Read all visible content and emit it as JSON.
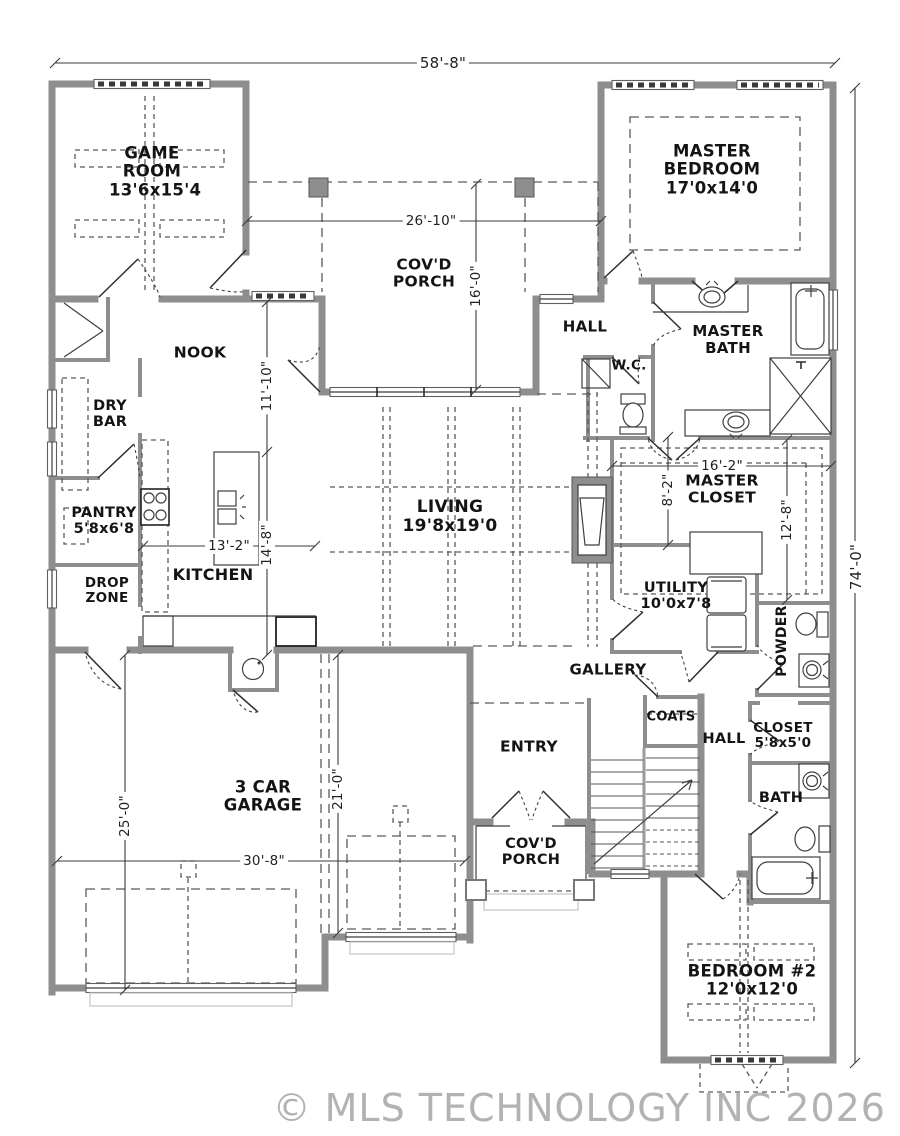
{
  "plan": {
    "type": "residential floor plan",
    "copyright": "© MLS TECHNOLOGY INC 2026",
    "overall_dimensions": {
      "width": "58'-8\"",
      "height": "74'-0\""
    },
    "colors": {
      "background": "#ffffff",
      "wall": "#8e8e8e",
      "line": "#3f3f3f",
      "copyright_text": "#b2b2b2"
    },
    "rooms": [
      {
        "name": "GAME ROOM",
        "dims": "13'6x15'4"
      },
      {
        "name": "MASTER BEDROOM",
        "dims": "17'0x14'0"
      },
      {
        "name": "COV'D PORCH",
        "dims": ""
      },
      {
        "name": "HALL",
        "dims": ""
      },
      {
        "name": "MASTER BATH",
        "dims": ""
      },
      {
        "name": "W.C.",
        "dims": ""
      },
      {
        "name": "NOOK",
        "dims": ""
      },
      {
        "name": "DRY BAR",
        "dims": ""
      },
      {
        "name": "PANTRY",
        "dims": "5'8x6'8"
      },
      {
        "name": "LIVING",
        "dims": "19'8x19'0"
      },
      {
        "name": "MASTER CLOSET",
        "dims": ""
      },
      {
        "name": "KITCHEN",
        "dims": ""
      },
      {
        "name": "DROP ZONE",
        "dims": ""
      },
      {
        "name": "UTILITY",
        "dims": "10'0x7'8"
      },
      {
        "name": "POWDER",
        "dims": ""
      },
      {
        "name": "GALLERY",
        "dims": ""
      },
      {
        "name": "ENTRY",
        "dims": ""
      },
      {
        "name": "COATS",
        "dims": ""
      },
      {
        "name": "HALL",
        "dims": ""
      },
      {
        "name": "CLOSET",
        "dims": "5'8x5'0"
      },
      {
        "name": "BATH",
        "dims": ""
      },
      {
        "name": "3 CAR GARAGE",
        "dims": ""
      },
      {
        "name": "COV'D PORCH",
        "dims": ""
      },
      {
        "name": "BEDROOM #2",
        "dims": "12'0x12'0"
      }
    ],
    "dimension_labels": [
      {
        "text": "58'-8\""
      },
      {
        "text": "74'-0\""
      },
      {
        "text": "26'-10\""
      },
      {
        "text": "16'-0\""
      },
      {
        "text": "11'-10\""
      },
      {
        "text": "14'-8\""
      },
      {
        "text": "13'-2\""
      },
      {
        "text": "16'-2\""
      },
      {
        "text": "8'-2\""
      },
      {
        "text": "12'-8\""
      },
      {
        "text": "25'-0\""
      },
      {
        "text": "21'-0\""
      },
      {
        "text": "30'-8\""
      }
    ],
    "fixtures": [
      "toilet",
      "pedestal-sink",
      "vanity-sink",
      "double-vanity",
      "bathtub",
      "walk-in-shower",
      "washer",
      "dryer",
      "water-heater",
      "range-cooktop",
      "kitchen-island-sink",
      "fireplace",
      "stairs",
      "garage-doors",
      "entry-double-door"
    ]
  }
}
